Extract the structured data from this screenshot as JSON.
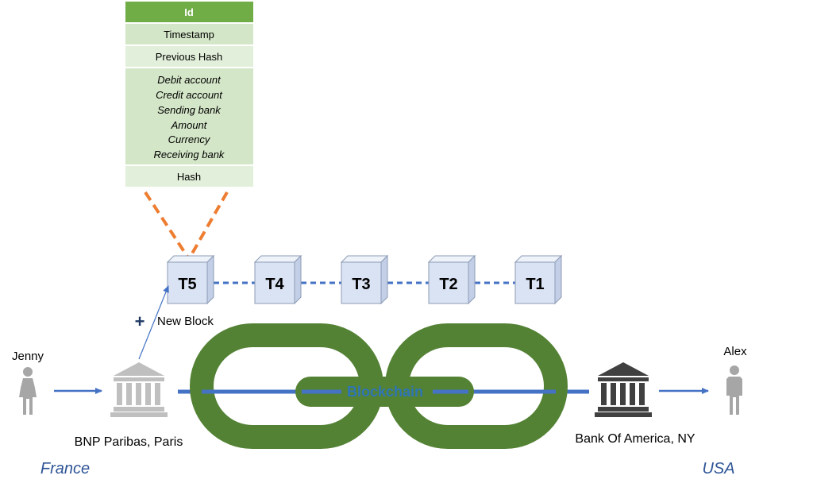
{
  "block_card": {
    "header": "Id",
    "timestamp": "Timestamp",
    "previous_hash": "Previous Hash",
    "fields": [
      "Debit account",
      "Credit account",
      "Sending bank",
      "Amount",
      "Currency",
      "Receiving bank"
    ],
    "hash": "Hash"
  },
  "blocks": [
    "T5",
    "T4",
    "T3",
    "T2",
    "T1"
  ],
  "new_block_label": "New Block",
  "add_symbol": "+",
  "chain_label": "Blockchain",
  "sender": {
    "name": "Jenny",
    "bank": "BNP Paribas, Paris",
    "country": "France"
  },
  "receiver": {
    "name": "Alex",
    "bank": "Bank Of America, NY",
    "country": "USA"
  },
  "colors": {
    "header_green": "#70ad47",
    "card_light": "#e2efda",
    "card_mid": "#d4e6c8",
    "orange_dash": "#ed7d31",
    "link_blue": "#4472c4",
    "chain_green": "#548235",
    "chain_text": "#2e75b6",
    "cube_face": "#dae3f3",
    "person_gray": "#a6a6a6",
    "bank_light": "#bfbfbf",
    "bank_dark": "#404040",
    "country_blue": "#2f5597"
  }
}
